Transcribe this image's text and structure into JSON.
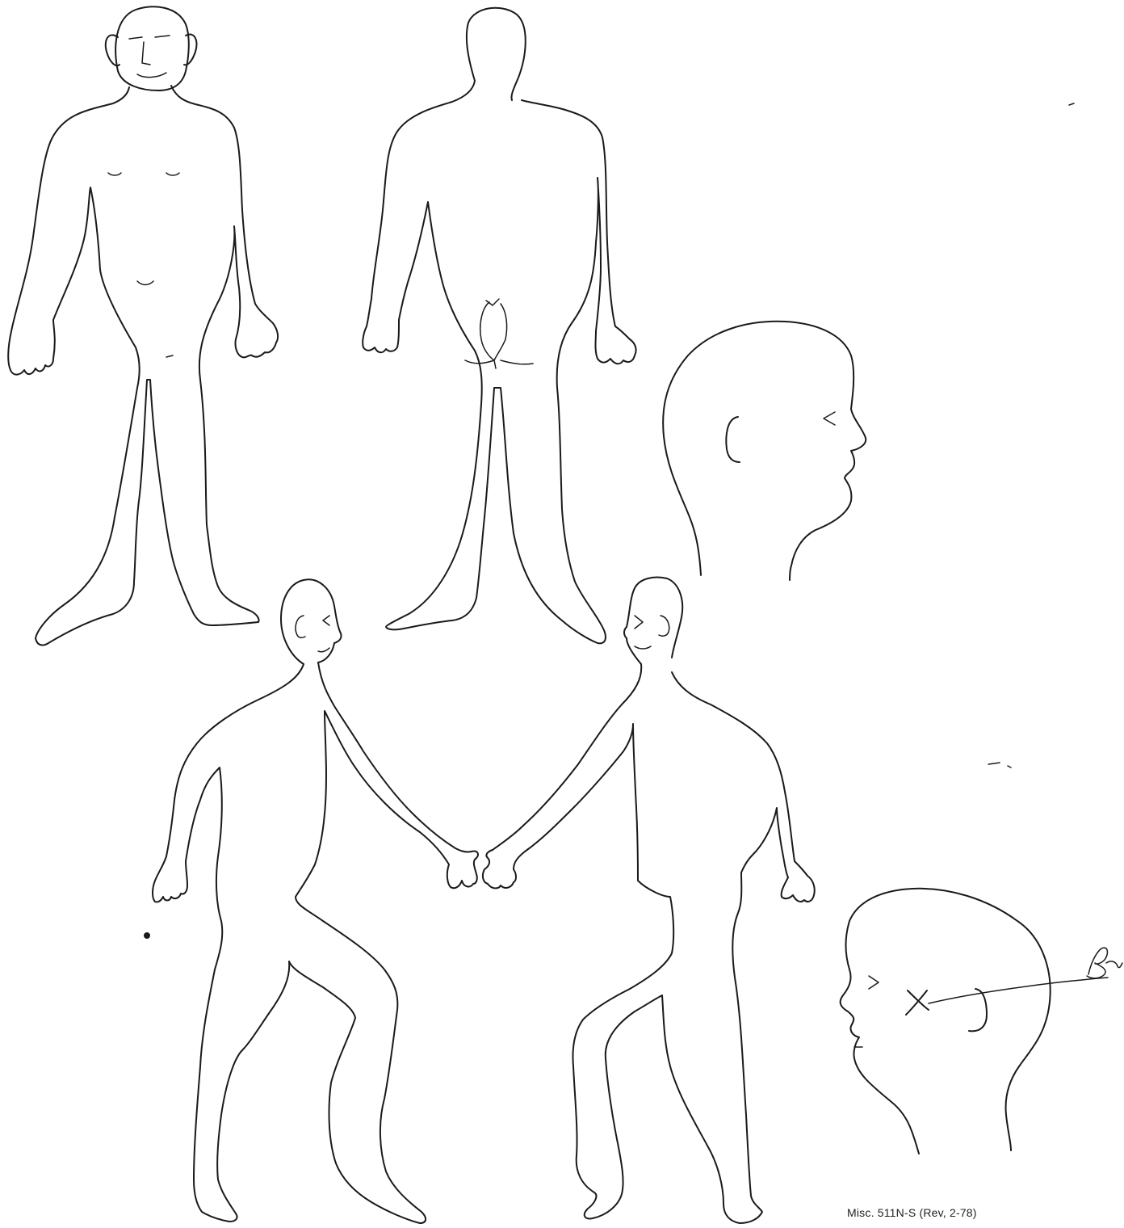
{
  "form": {
    "number": "Misc. 511N-S (Rev, 2-78)"
  },
  "diagram": {
    "views": [
      "body-front",
      "body-back",
      "head-right-profile",
      "body-left-side",
      "body-right-side",
      "head-left-profile"
    ],
    "marks": [
      "x-mark-on-head-profile",
      "pointer-line",
      "initials-signature"
    ]
  },
  "colors": {
    "ink": "#1a1a1a",
    "paper": "#ffffff"
  }
}
